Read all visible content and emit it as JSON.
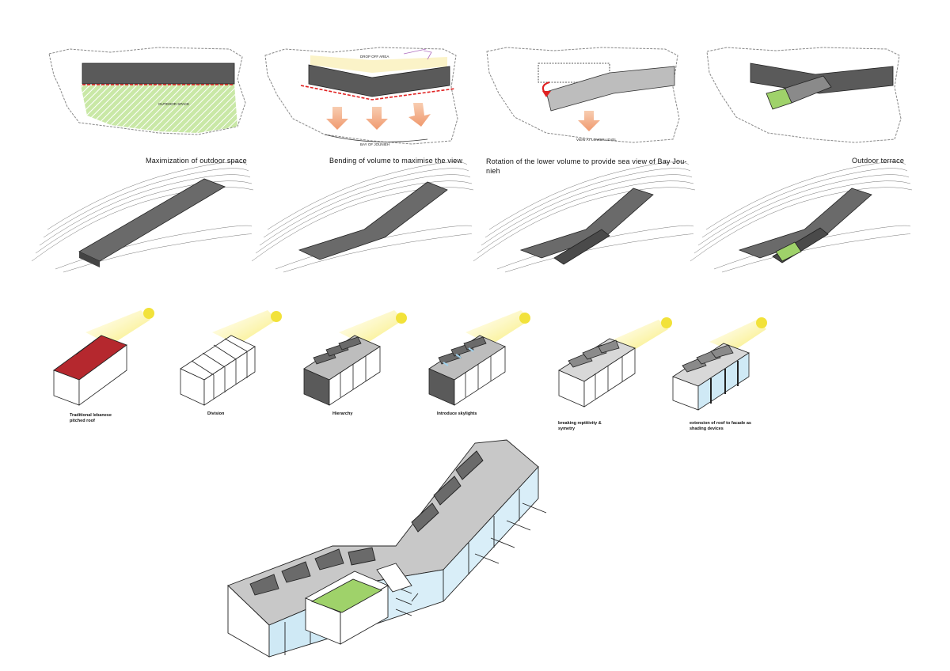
{
  "row1": {
    "panel1": {
      "label": "OUTDOOR SPACE",
      "caption": "Maximization of outdoor space"
    },
    "panel2": {
      "label_top": "DROP OFF AREA",
      "label_bottom": "BAY OF JOUNIEH",
      "caption": "Bending of volume to maximise the view"
    },
    "panel3": {
      "label": "VIEW AT LOWER LEVEL",
      "caption": "Rotation of the lower volume to provide sea view of Bay Jou-nieh"
    },
    "panel4": {
      "caption": "Outdoor terrace"
    }
  },
  "roof_steps": [
    {
      "caption": "Traditional lebanese pitched roof"
    },
    {
      "caption": "Division"
    },
    {
      "caption": "Hierarchy"
    },
    {
      "caption": "Introduce skylights"
    },
    {
      "caption": "breaking reptitivity & symetry"
    },
    {
      "caption": "extension of roof to facade as shading devices"
    }
  ],
  "colors": {
    "volume": "#5a5a5a",
    "outdoor_green": "#9fd26a",
    "red_roof": "#b5282e",
    "sun": "#f2e23a",
    "glass": "#cfe9f5",
    "arrow": "#f0a27a",
    "dashed_red": "#e02020"
  }
}
